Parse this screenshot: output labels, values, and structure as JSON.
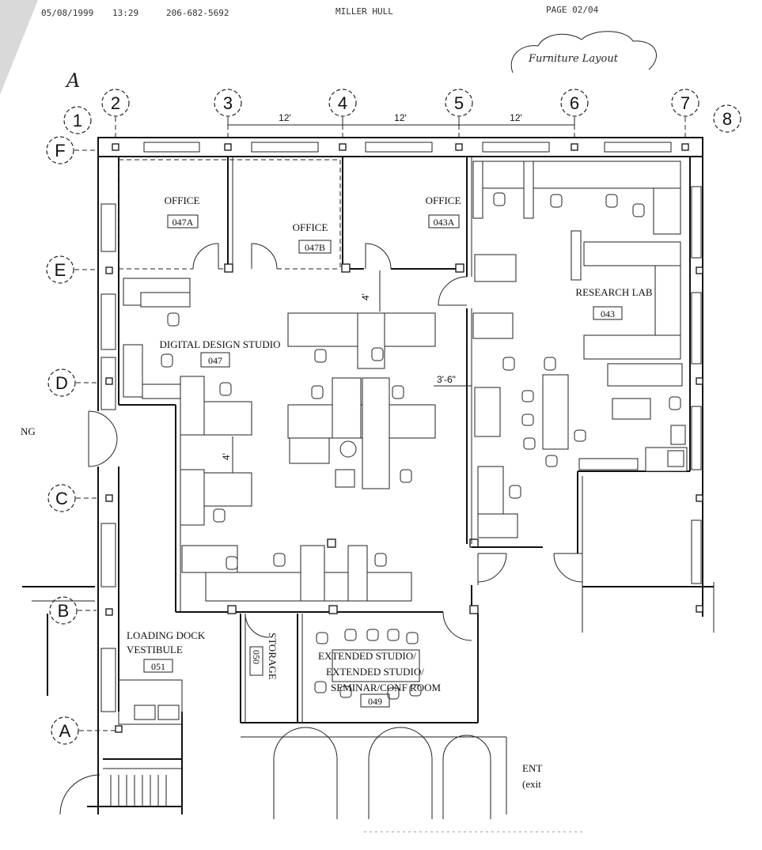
{
  "header": {
    "date": "05/08/1999",
    "time": "13:29",
    "phone": "206-682-5692",
    "firm": "MILLER HULL",
    "page": "PAGE 02/04"
  },
  "annotation": {
    "furniture_layout": "Furniture Layout",
    "revision_mark": "A"
  },
  "grid": {
    "columns": [
      "1",
      "2",
      "3",
      "4",
      "5",
      "6",
      "7",
      "8"
    ],
    "rows": [
      "F",
      "E",
      "D",
      "C",
      "B",
      "A"
    ]
  },
  "dimensions": {
    "bay_1": "12'",
    "bay_2": "12'",
    "bay_3": "12'",
    "aisle_1": "4'",
    "aisle_2": "4'",
    "corridor": "3'-6\""
  },
  "rooms": [
    {
      "name": "OFFICE",
      "number": "047A"
    },
    {
      "name": "OFFICE",
      "number": "047B"
    },
    {
      "name": "OFFICE",
      "number": "043A"
    },
    {
      "name": "RESEARCH LAB",
      "number": "043"
    },
    {
      "name": "DIGITAL DESIGN STUDIO",
      "number": "047"
    },
    {
      "name": "LOADING DOCK",
      "name2": "VESTIBULE",
      "number": "051"
    },
    {
      "name": "STORAGE",
      "number": "050"
    },
    {
      "name": "EXTENDED STUDIO/",
      "name2": "EXTENDED STUDIO/",
      "name3": "SEMINAR/CONF ROOM",
      "number": "049"
    }
  ],
  "edge_text": {
    "left_fragment": "NG",
    "entry_line1": "ENT",
    "entry_line2": "(exit"
  }
}
